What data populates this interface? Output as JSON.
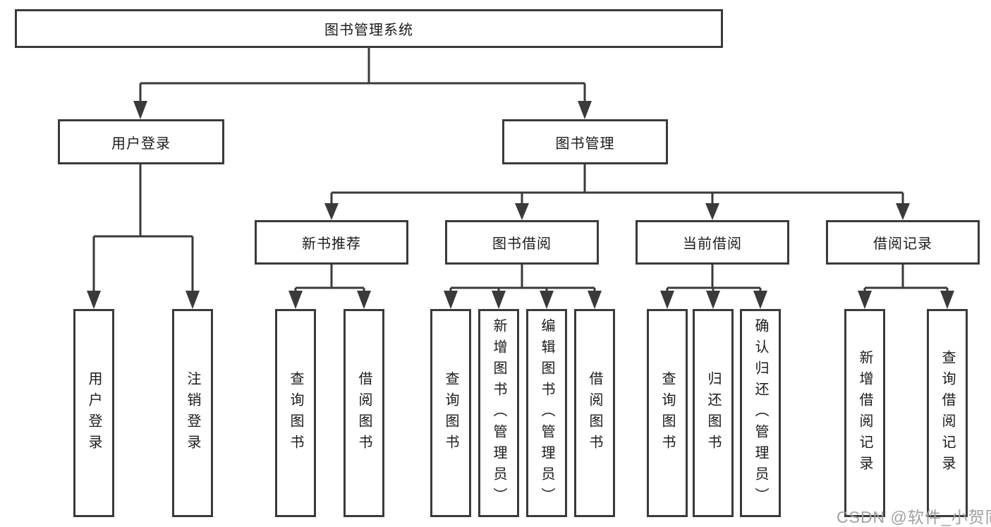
{
  "diagram_type": "hierarchy-tree",
  "colors": {
    "line_and_border": "#3a3a3a",
    "box_fill": "#ffffff",
    "text": "#1b1b1b",
    "watermark": "#a0a0a0",
    "background": "#ffffff"
  },
  "tree": {
    "root": {
      "label": "图书管理系统",
      "children": [
        {
          "label": "用户登录",
          "children": [
            {
              "label": "用户登录"
            },
            {
              "label": "注销登录"
            }
          ]
        },
        {
          "label": "图书管理",
          "children": [
            {
              "label": "新书推荐",
              "children": [
                {
                  "label": "查询图书"
                },
                {
                  "label": "借阅图书"
                }
              ]
            },
            {
              "label": "图书借阅",
              "children": [
                {
                  "label": "查询图书"
                },
                {
                  "label": "新增图书（管理员）"
                },
                {
                  "label": "编辑图书（管理员）"
                },
                {
                  "label": "借阅图书"
                }
              ]
            },
            {
              "label": "当前借阅",
              "children": [
                {
                  "label": "查询图书"
                },
                {
                  "label": "归还图书"
                },
                {
                  "label": "确认归还（管理员）"
                }
              ]
            },
            {
              "label": "借阅记录",
              "children": [
                {
                  "label": "新增借阅记录"
                },
                {
                  "label": "查询借阅记录"
                }
              ]
            }
          ]
        }
      ]
    }
  },
  "watermark": {
    "text": "CSDN @软件_小贺同学"
  }
}
